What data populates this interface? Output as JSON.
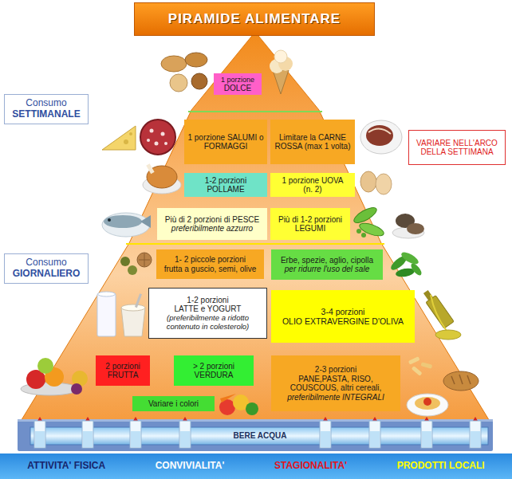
{
  "diagram": {
    "title": "PIRAMIDE ALIMENTARE",
    "nodes": [
      {
        "text": [
          "1 porzione",
          "DOLCE"
        ]
      },
      {
        "text": [
          "Consumo",
          "SETTIMANALE"
        ]
      },
      {
        "text": [
          "1 porzione SALUMI o FORMAGGI"
        ]
      },
      {
        "text": [
          "Limitare la CARNE ROSSA (max 1 volta)"
        ]
      },
      {
        "text": [
          "VARIARE NELL'ARCO DELLA SETTIMANA"
        ]
      },
      {
        "text": [
          "1-2 porzioni",
          "POLLAME"
        ]
      },
      {
        "text": [
          "1 porzione UOVA",
          "(n. 2)"
        ]
      },
      {
        "text": [
          "Più di 2 porzioni di PESCE",
          "preferibilmente azzurro"
        ]
      },
      {
        "text": [
          "Più di 1-2 porzioni",
          "LEGUMI"
        ]
      },
      {
        "text": [
          "Consumo",
          "GIORNALIERO"
        ]
      },
      {
        "text": [
          "1- 2 piccole porzioni",
          "frutta a guscio, semi, olive"
        ]
      },
      {
        "text": [
          "Erbe, spezie, aglio, cipolla",
          "per ridurre l'uso del sale"
        ]
      },
      {
        "text": [
          "1-2 porzioni",
          "LATTE e YOGURT",
          "(preferibilmente a ridotto contenuto in colesterolo)"
        ]
      },
      {
        "text": [
          "3-4 porzioni",
          "OLIO EXTRAVERGINE D'OLIVA"
        ]
      },
      {
        "text": [
          "2 porzioni",
          "FRUTTA"
        ]
      },
      {
        "text": [
          "> 2 porzioni",
          "VERDURA"
        ]
      },
      {
        "text": [
          "2-3 porzioni",
          "PANE,PASTA, RISO, COUSCOUS, altri cereali,",
          "preferibilmente INTEGRALI"
        ]
      },
      {
        "text": [
          "Variare i colori"
        ]
      },
      {
        "text": [
          "BERE ACQUA"
        ]
      },
      {
        "text": [
          "ATTIVITA' FISICA",
          "CONVIVIALITA'",
          "STAGIONALITA'",
          "PRODOTTI LOCALI"
        ]
      }
    ]
  }
}
